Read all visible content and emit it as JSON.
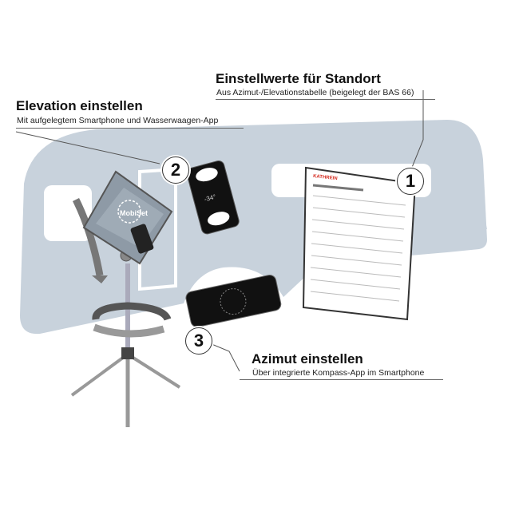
{
  "step1": {
    "number": "1",
    "title": "Einstellwerte für Standort",
    "subtitle": "Aus Azimut-/Elevationstabelle (beigelegt der BAS 66)"
  },
  "step2": {
    "number": "2",
    "title": "Elevation einstellen",
    "subtitle": "Mit aufgelegtem Smartphone und Wasserwaagen-App"
  },
  "step3": {
    "number": "3",
    "title": "Azimut einstellen",
    "subtitle": "Über integrierte Kompass-App im Smartphone"
  },
  "document": {
    "brand": "KATHREIN"
  },
  "dish": {
    "label": "MobiSet"
  },
  "phone": {
    "angle": "-34°"
  },
  "colors": {
    "caravan": "#c8d2dc",
    "brand_red": "#d42a1e"
  }
}
